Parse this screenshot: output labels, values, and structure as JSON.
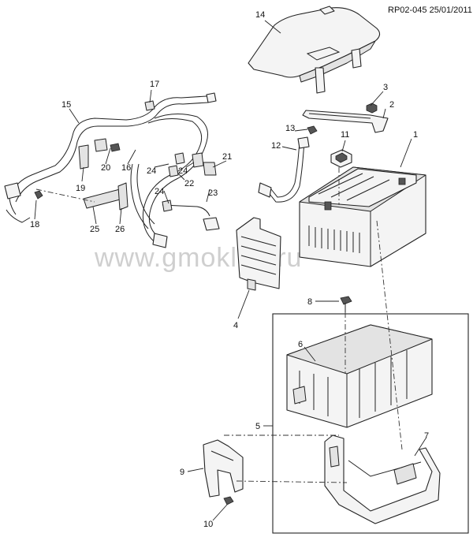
{
  "header": {
    "reference": "RP02-045 25/01/2011"
  },
  "watermark": "www.gmoklad.ru",
  "callouts": [
    {
      "label": "14"
    },
    {
      "label": "17"
    },
    {
      "label": "15"
    },
    {
      "label": "3"
    },
    {
      "label": "2"
    },
    {
      "label": "1"
    },
    {
      "label": "13"
    },
    {
      "label": "11"
    },
    {
      "label": "12"
    },
    {
      "label": "20"
    },
    {
      "label": "16"
    },
    {
      "label": "21"
    },
    {
      "label": "24"
    },
    {
      "label": "24"
    },
    {
      "label": "19"
    },
    {
      "label": "22"
    },
    {
      "label": "24"
    },
    {
      "label": "23"
    },
    {
      "label": "18"
    },
    {
      "label": "25"
    },
    {
      "label": "26"
    },
    {
      "label": "4"
    },
    {
      "label": "8"
    },
    {
      "label": "6"
    },
    {
      "label": "5"
    },
    {
      "label": "7"
    },
    {
      "label": "9"
    },
    {
      "label": "10"
    }
  ]
}
